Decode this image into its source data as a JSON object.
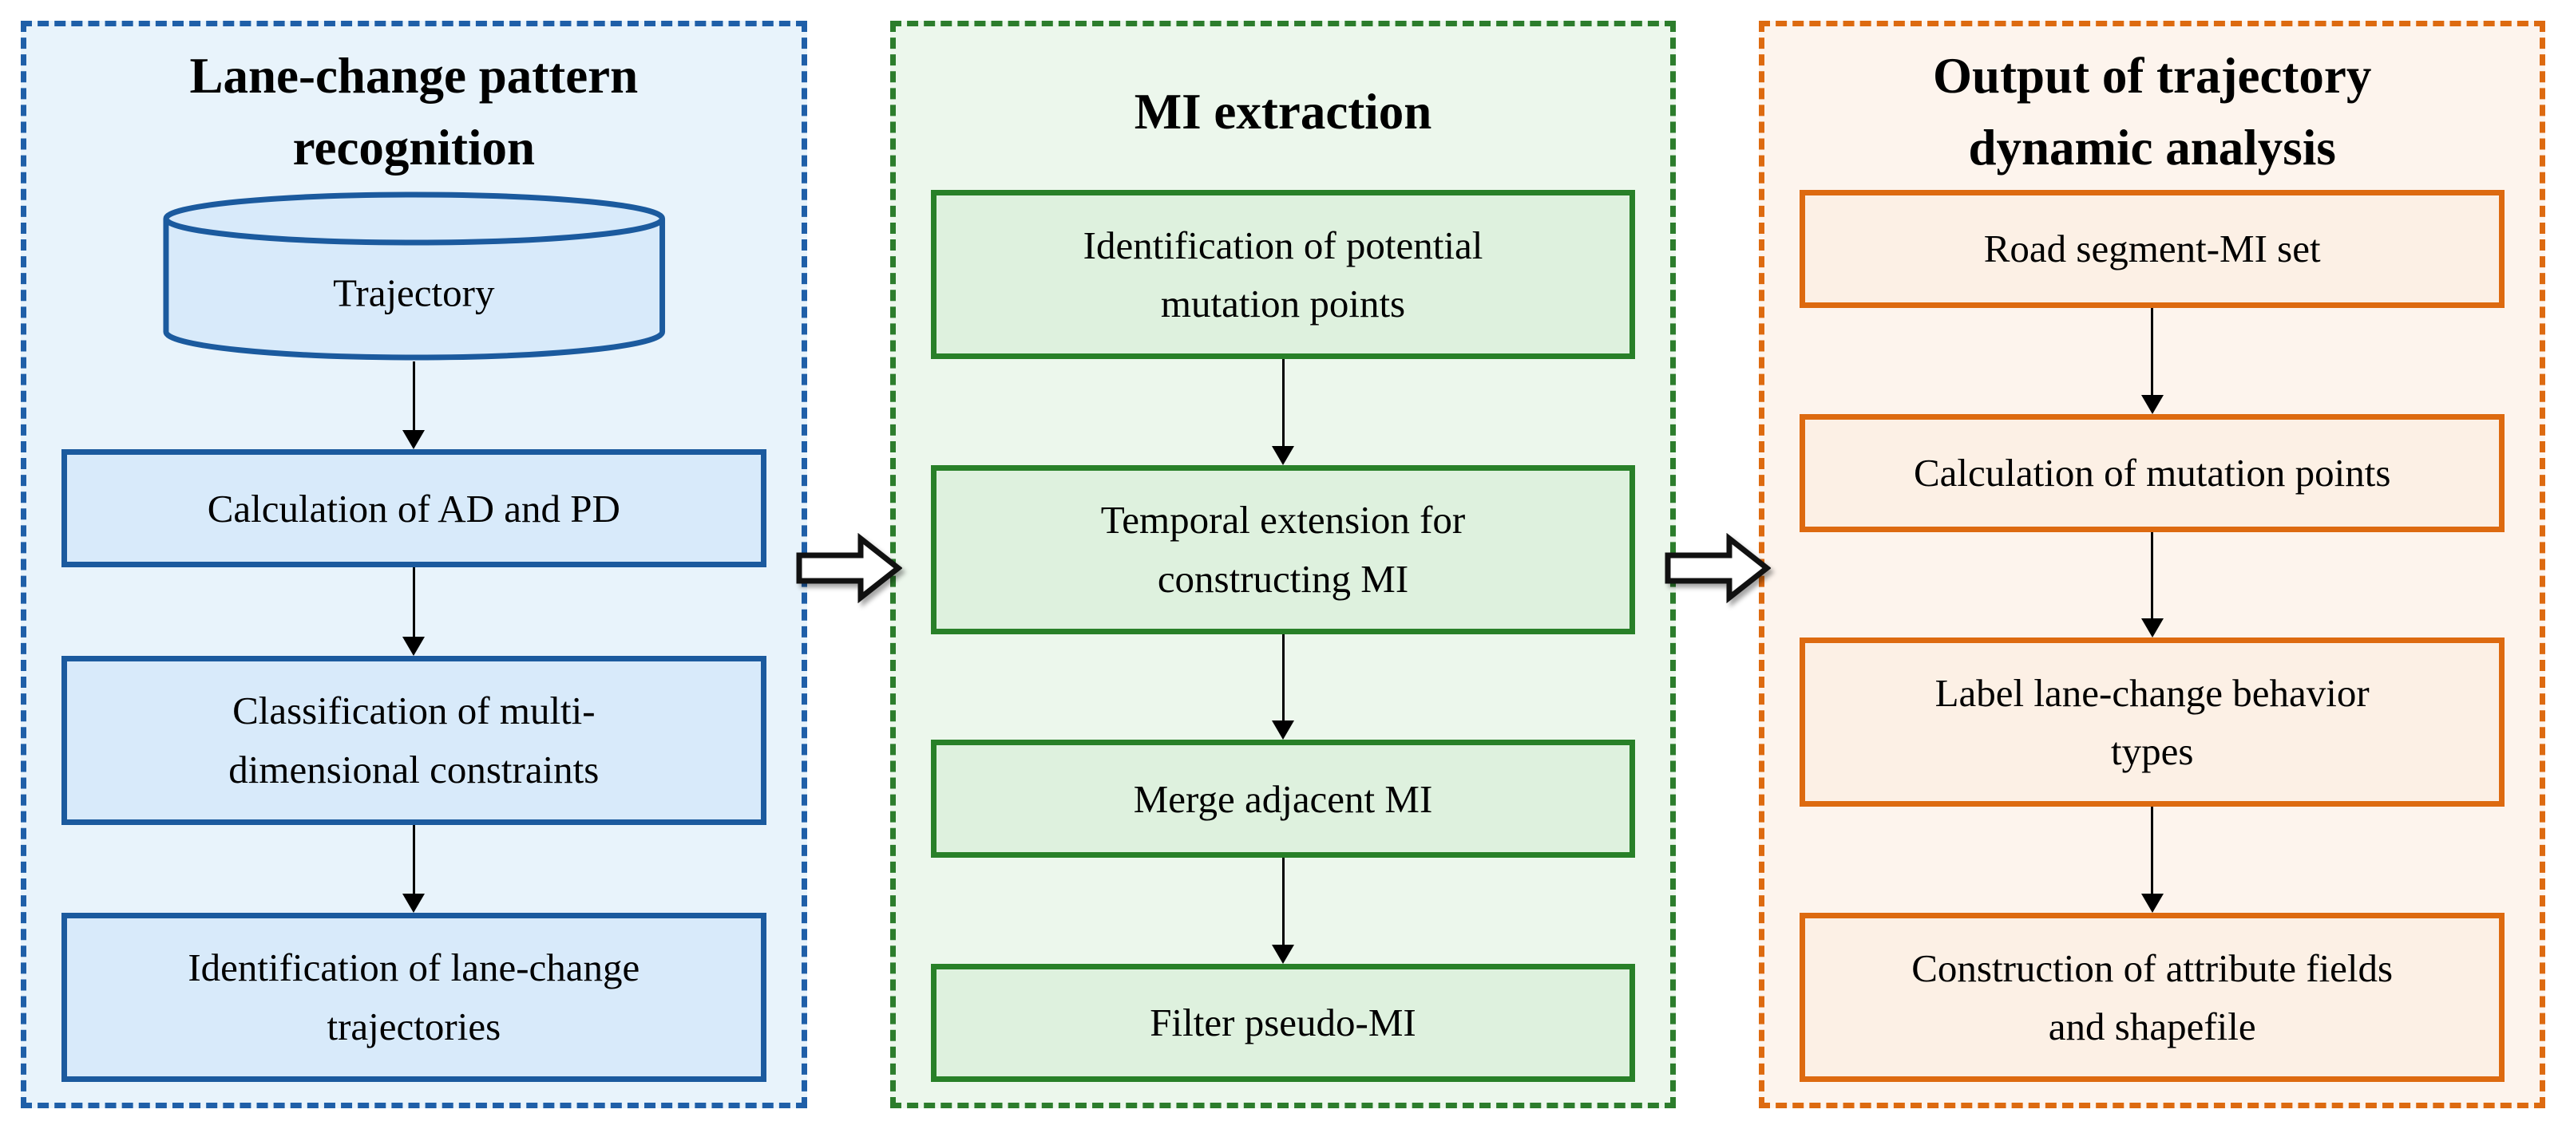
{
  "diagram": {
    "panels": [
      {
        "id": "lane-change-pattern-recognition",
        "title": "Lane-change pattern\nrecognition",
        "accent_color": "#1f5fa8",
        "background_color": "#e8f3fb",
        "box_fill_color": "#d8eafa",
        "nodes": [
          {
            "shape": "cylinder",
            "label": "Trajectory"
          },
          {
            "shape": "rect",
            "label": "Calculation of AD and PD"
          },
          {
            "shape": "rect",
            "label": "Classification of multi-\ndimensional constraints"
          },
          {
            "shape": "rect",
            "label": "Identification of lane-change\ntrajectories"
          }
        ]
      },
      {
        "id": "mi-extraction",
        "title": "MI extraction",
        "accent_color": "#2c7d2c",
        "background_color": "#ecf7ec",
        "box_fill_color": "#def1de",
        "nodes": [
          {
            "shape": "rect",
            "label": "Identification of potential\nmutation points"
          },
          {
            "shape": "rect",
            "label": "Temporal extension for\nconstructing MI"
          },
          {
            "shape": "rect",
            "label": "Merge adjacent MI"
          },
          {
            "shape": "rect",
            "label": "Filter pseudo-MI"
          }
        ]
      },
      {
        "id": "output-of-trajectory-dynamic-analysis",
        "title": "Output of trajectory\ndynamic analysis",
        "accent_color": "#dd6a10",
        "background_color": "#fdf4ed",
        "box_fill_color": "#fcf0e5",
        "nodes": [
          {
            "shape": "rect",
            "label": "Road segment-MI set"
          },
          {
            "shape": "rect",
            "label": "Calculation of mutation points"
          },
          {
            "shape": "rect",
            "label": "Label lane-change behavior\ntypes"
          },
          {
            "shape": "rect",
            "label": "Construction of attribute fields\nand shapefile"
          }
        ]
      }
    ],
    "block_arrows": {
      "fill_color": "#ffffff",
      "stroke_color": "#111111"
    },
    "connector_color": "#000000"
  }
}
